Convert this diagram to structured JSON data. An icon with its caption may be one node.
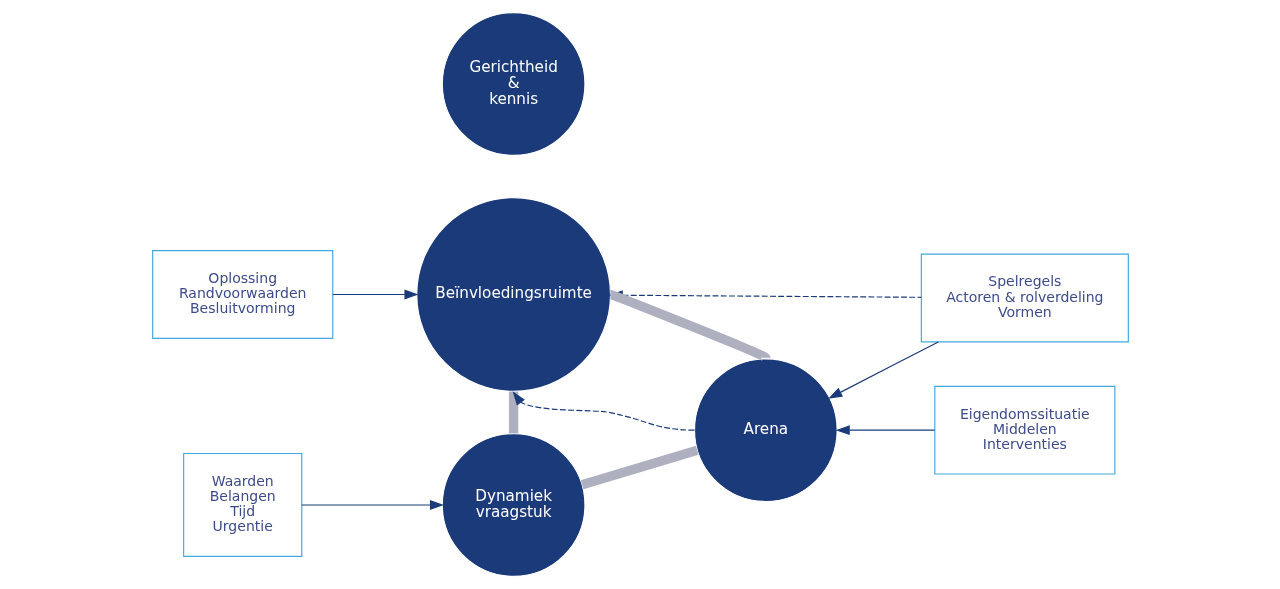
{
  "diagram": {
    "nodes": [
      {
        "text": [
          "Oplossing",
          "Randvoorwaarden",
          "Besluitvorming"
        ]
      },
      {
        "text": [
          "Beïnvloedingsruimte"
        ]
      },
      {
        "text": [
          "Spelregels",
          "Actoren & rolverdeling",
          "Vormen"
        ]
      },
      {
        "text": [
          "Gerichtheid & kennis"
        ]
      },
      {
        "text": [
          "Waarden",
          "Belangen",
          "Tijd",
          "Urgentie"
        ]
      },
      {
        "text": [
          "Dynamiek vraagstuk"
        ]
      },
      {
        "text": [
          "Arena"
        ]
      },
      {
        "text": [
          "Eigendomssituatie",
          "Middelen",
          "Interventies"
        ]
      }
    ],
    "edges": [
      {
        "from": 0,
        "to": 1,
        "arrow": "to"
      },
      {
        "from": 2,
        "to": 1,
        "arrow": "to",
        "style": "dashed"
      },
      {
        "from": 2,
        "to": 6,
        "arrow": "to"
      },
      {
        "from": 6,
        "to": 1,
        "arrow": "to",
        "style": "dashed"
      },
      {
        "from": 4,
        "to": 5,
        "arrow": "to"
      },
      {
        "from": 7,
        "to": 6,
        "arrow": "to"
      },
      {
        "from": 1,
        "to": 5,
        "arrow": "none",
        "style": "thick",
        "color": "#aeb0c0"
      },
      {
        "from": 1,
        "to": 6,
        "arrow": "none",
        "style": "thick",
        "color": "#aeb0c0"
      },
      {
        "from": 5,
        "to": 6,
        "arrow": "none",
        "style": "thick",
        "color": "#aeb0c0"
      }
    ]
  }
}
